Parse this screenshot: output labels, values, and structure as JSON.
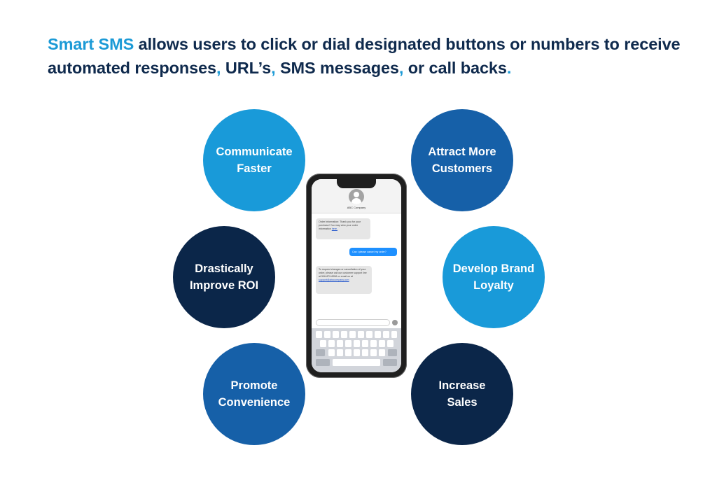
{
  "headline": {
    "lead": "Smart SMS",
    "part1": " allows users to click or dial designated buttons or numbers to receive automated responses",
    "comma1": ",",
    "part2": " URL’s",
    "comma2": ",",
    "part3": " SMS messages",
    "comma3": ",",
    "part4": " or call backs",
    "period": "."
  },
  "benefits": [
    {
      "line1": "Communicate",
      "line2": "Faster"
    },
    {
      "line1": "Attract More",
      "line2": "Customers"
    },
    {
      "line1": "Drastically",
      "line2": "Improve ROI"
    },
    {
      "line1": "Develop Brand",
      "line2": "Loyalty"
    },
    {
      "line1": "Promote",
      "line2": "Convenience"
    },
    {
      "line1": "Increase",
      "line2": "Sales"
    }
  ],
  "colors": {
    "accent": "#1b9ad6",
    "heading": "#0f2a4d",
    "circle_light": "#199ad9",
    "circle_mid": "#1660a8",
    "circle_dark": "#0b2649"
  },
  "phone": {
    "contact_name": "ABC Company",
    "messages": [
      {
        "direction": "incoming",
        "text": "Order Information: Thank you for your purchase! You may view your order information ",
        "link": "here."
      },
      {
        "direction": "outgoing",
        "text": "Can I please cancel my order?"
      },
      {
        "direction": "incoming",
        "text": "To request changes or cancellation of your order, please call our customer support line at 506-879-8956 or email us at ",
        "link": "support@abccompany.com"
      }
    ]
  }
}
